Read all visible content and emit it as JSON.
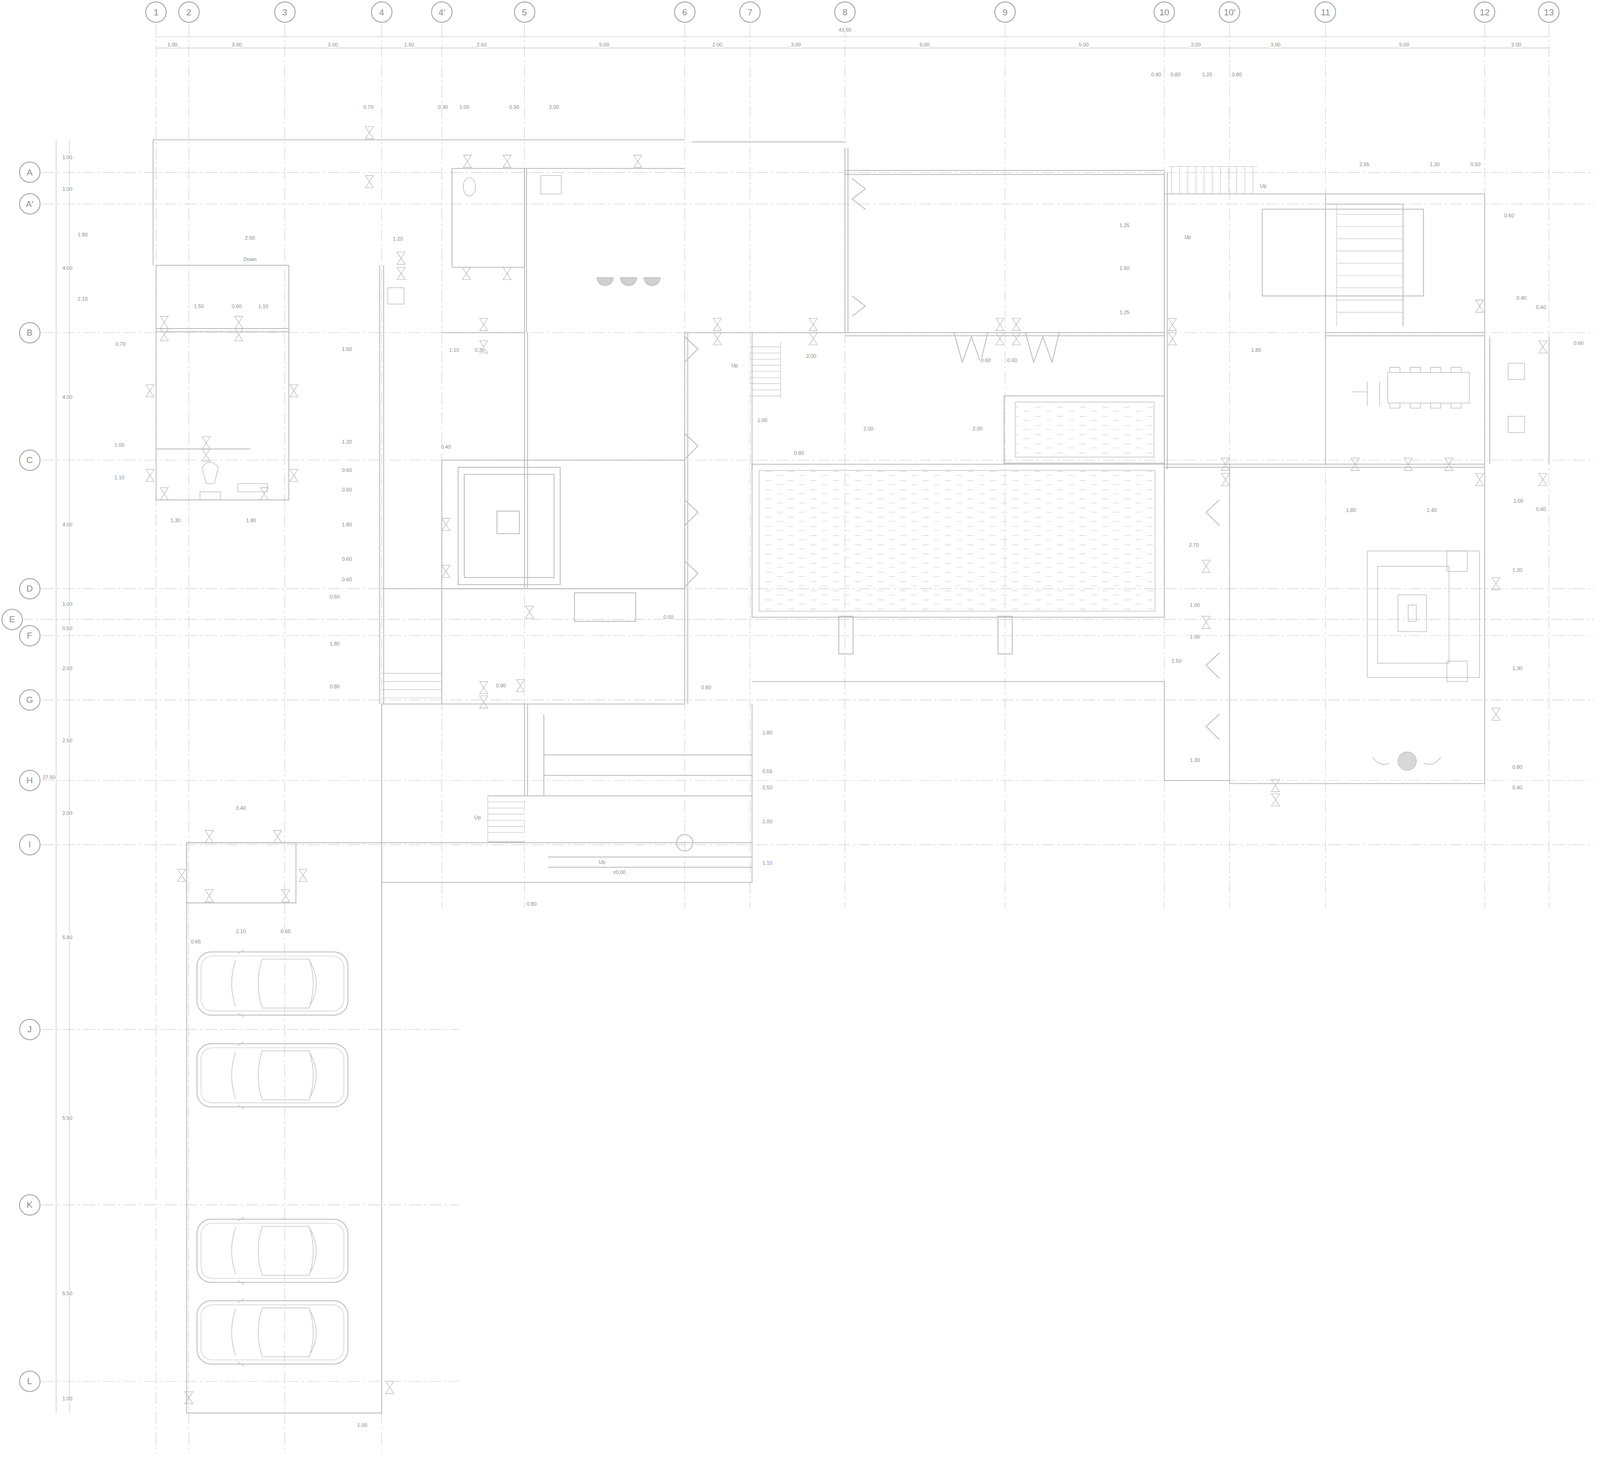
{
  "diagram": {
    "nodes": [
      {
        "text": [
          "1"
        ]
      },
      {
        "text": [
          "2"
        ]
      },
      {
        "text": [
          "3"
        ]
      },
      {
        "text": [
          "4"
        ]
      },
      {
        "text": [
          "4'"
        ]
      },
      {
        "text": [
          "5"
        ]
      },
      {
        "text": [
          "6"
        ]
      },
      {
        "text": [
          "7"
        ]
      },
      {
        "text": [
          "8"
        ]
      },
      {
        "text": [
          "9"
        ]
      },
      {
        "text": [
          "10"
        ]
      },
      {
        "text": [
          "10'"
        ]
      },
      {
        "text": [
          "11"
        ]
      },
      {
        "text": [
          "12"
        ]
      },
      {
        "text": [
          "13"
        ]
      },
      {
        "text": [
          "A"
        ]
      },
      {
        "text": [
          "A'"
        ]
      },
      {
        "text": [
          "B"
        ]
      },
      {
        "text": [
          "C"
        ]
      },
      {
        "text": [
          "D"
        ]
      },
      {
        "text": [
          "E"
        ]
      },
      {
        "text": [
          "F"
        ]
      },
      {
        "text": [
          "G"
        ]
      },
      {
        "text": [
          "H"
        ]
      },
      {
        "text": [
          "I"
        ]
      },
      {
        "text": [
          "J"
        ]
      },
      {
        "text": [
          "K"
        ]
      },
      {
        "text": [
          "L"
        ]
      }
    ],
    "labels": [
      "43.50",
      "1.00",
      "3.00",
      "3.00",
      "1.50",
      "2.60",
      "5.00",
      "2.00",
      "3.00",
      "5.00",
      "5.00",
      "2.00",
      "3.00",
      "5.00",
      "2.00",
      "27.50",
      "1.00",
      "1.00",
      "4.00",
      "4.00",
      "4.00",
      "1.00",
      "0.50",
      "2.00",
      "2.50",
      "2.00",
      "5.80",
      "5.50",
      "5.50",
      "1.00",
      "0.70",
      "0.30",
      "1.00",
      "0.50",
      "2.00",
      "0.40",
      "0.80",
      "1.20",
      "0.80",
      "2.50",
      "1.20",
      "1.80",
      "2.10",
      "1.50",
      "0.60",
      "1.10",
      "0.70",
      "1.00",
      "1.10",
      "1.30",
      "1.80",
      "1.50",
      "1.20",
      "0.60",
      "0.60",
      "1.80",
      "0.60",
      "0.60",
      "0.50",
      "1.80",
      "0.80",
      "1.10",
      "0.30",
      "0.40",
      "0.80",
      "0.80",
      "2.00",
      "1.00",
      "0.80",
      "2.00",
      "2.00",
      "0.60",
      "0.60",
      "1.25",
      "1.50",
      "1.25",
      "2.55",
      "1.30",
      "0.50",
      "0.60",
      "0.40",
      "0.40",
      "0.60",
      "1.80",
      "1.80",
      "1.40",
      "1.00",
      "0.40",
      "1.20",
      "1.30",
      "0.80",
      "0.40",
      "2.70",
      "1.00",
      "1.00",
      "1.50",
      "1.30",
      "1.80",
      "0.55",
      "0.50",
      "1.00",
      "1.10",
      "0.80",
      "3.40",
      "2.10",
      "0.65",
      "0.65",
      "1.00",
      "0.50",
      "Down",
      "Up",
      "Up",
      "±0.00",
      "Up",
      "Up",
      "Up"
    ]
  }
}
